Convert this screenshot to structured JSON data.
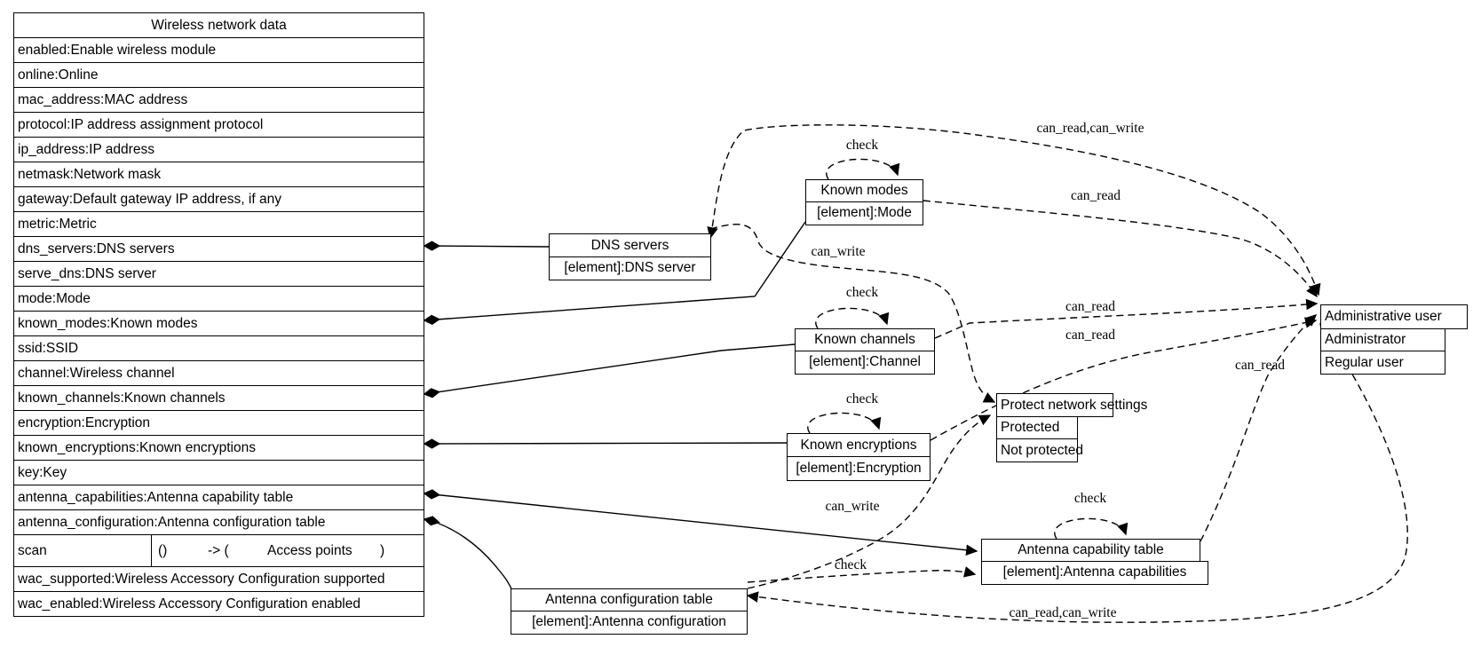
{
  "diagram": {
    "wireless_table": {
      "title": "Wireless network data",
      "rows": [
        "enabled:Enable wireless module",
        "online:Online",
        "mac_address:MAC address",
        "protocol:IP address assignment protocol",
        "ip_address:IP address",
        "netmask:Network mask",
        "gateway:Default gateway IP address, if any",
        "metric:Metric",
        "dns_servers:DNS servers",
        "serve_dns:DNS server",
        "mode:Mode",
        "known_modes:Known modes",
        "ssid:SSID",
        "channel:Wireless channel",
        "known_channels:Known channels",
        "encryption:Encryption",
        "known_encryptions:Known encryptions",
        "key:Key",
        "antenna_capabilities:Antenna capability table",
        "antenna_configuration:Antenna configuration table"
      ],
      "scan_row": {
        "name": "scan",
        "args": "()",
        "arrow": "-> (",
        "result": "Access points",
        "close": ")"
      },
      "rows_after_scan": [
        "wac_supported:Wireless Accessory Configuration supported",
        "wac_enabled:Wireless Accessory Configuration enabled"
      ]
    },
    "nodes": {
      "dns_servers": {
        "title": "DNS servers",
        "rows": [
          "[element]:DNS server"
        ]
      },
      "known_modes": {
        "title": "Known modes",
        "rows": [
          "[element]:Mode"
        ]
      },
      "known_channels": {
        "title": "Known channels",
        "rows": [
          "[element]:Channel"
        ]
      },
      "known_encryptions": {
        "title": "Known encryptions",
        "rows": [
          "[element]:Encryption"
        ]
      },
      "protect": {
        "title": "Protect network settings",
        "rows": [
          "Protected",
          "Not protected"
        ]
      },
      "antenna_capability": {
        "title": "Antenna capability table",
        "rows": [
          "[element]:Antenna capabilities"
        ]
      },
      "antenna_configuration": {
        "title": "Antenna configuration table",
        "rows": [
          "[element]:Antenna configuration"
        ]
      },
      "admin_user": {
        "title": "Administrative user",
        "rows": [
          "Administrator",
          "Regular user"
        ]
      }
    },
    "edge_labels": {
      "top_read_write": "can_read,can_write",
      "modes_read": "can_read",
      "dns_write": "can_write",
      "channels_read": "can_read",
      "encryptions_read": "can_read",
      "capability_read": "can_read",
      "config_write": "can_write",
      "bottom_read_write": "can_read,can_write",
      "check_modes": "check",
      "check_channels": "check",
      "check_encryptions": "check",
      "check_capability": "check",
      "check_config": "check"
    },
    "colors": {
      "line": "#000000",
      "background": "#ffffff",
      "text": "#000000"
    }
  }
}
